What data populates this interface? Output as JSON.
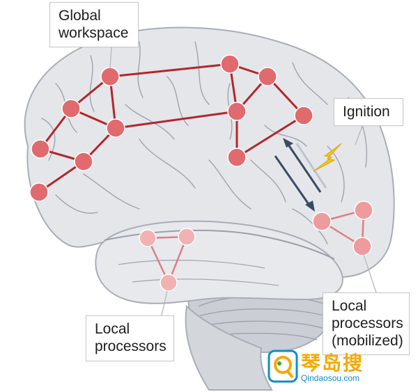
{
  "labels": {
    "global_workspace": [
      "Global",
      "workspace"
    ],
    "ignition": [
      "Ignition"
    ],
    "local_processors": [
      "Local",
      "processors"
    ],
    "local_processors_mobilized": [
      "Local",
      "processors",
      "(mobilized)"
    ]
  },
  "watermark": {
    "name_cn": "琴岛搜",
    "url": "Qindaosou.com"
  },
  "colors": {
    "brain_fill": "#e4e6ea",
    "brain_stroke": "#a9adb6",
    "sulci": "#9ea3ad",
    "cerebellum": "#c9ccd2",
    "node_strong": "#e06a6e",
    "link_strong": "#b3262c",
    "node_light": "#f2b2b3",
    "link_light": "#e07e82",
    "arrow_dark": "#3a4a63",
    "bolt": "#f4c21f"
  },
  "icons": {
    "ignition": "lightning-bolt-icon",
    "watermark": "q-logo-icon"
  }
}
